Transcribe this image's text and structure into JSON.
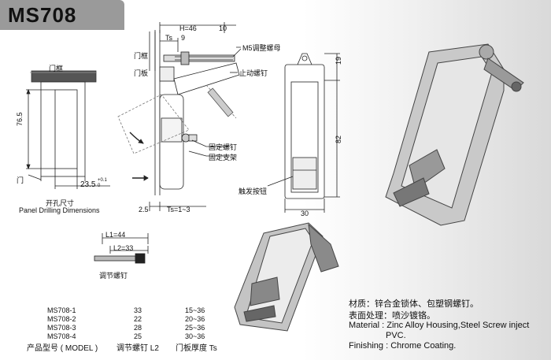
{
  "model_title": "MS708",
  "drilling": {
    "frame_label": "门框",
    "door_label": "门",
    "height_dim": "76.5",
    "width_dim": "23.5",
    "width_tol": "+0.1",
    "width_tol2": "0",
    "caption_cn": "开孔尺寸",
    "caption_en": "Panel Drilling Dimensions"
  },
  "side_view": {
    "h_dim": "H=46",
    "dim_10": "10",
    "ts_label": "Ts",
    "dim_9": "9",
    "frame_label": "门框",
    "panel_label": "门板",
    "nut_label": "M5调整螺母",
    "stop_screw_label": "止动螺钉",
    "fix_screw_label": "固定螺钉",
    "bracket_label": "固定支架",
    "dim_2_5": "2.5",
    "ts_range": "Ts=1~3"
  },
  "front_view": {
    "dim_19": "19",
    "dim_82": "82",
    "dim_30": "30",
    "trigger_label": "触发按钮"
  },
  "screw": {
    "l1": "L1=44",
    "l2": "L2=33",
    "caption": "调节螺钉"
  },
  "models": {
    "rows": [
      {
        "model": "MS708-1",
        "l2": "33",
        "ts": "15~36"
      },
      {
        "model": "MS708-2",
        "l2": "22",
        "ts": "20~36"
      },
      {
        "model": "MS708-3",
        "l2": "28",
        "ts": "25~36"
      },
      {
        "model": "MS708-4",
        "l2": "25",
        "ts": "30~36"
      }
    ],
    "header_model": "产品型号 ( MODEL )",
    "header_l2": "调节螺钉 L2",
    "header_ts": "门板厚度 Ts"
  },
  "specs": {
    "material_cn": "材质：锌合金锁体、包塑钢螺钉。",
    "finish_cn": "表面处理：喷沙镀铬。",
    "material_en_1": "Material : Zinc Alloy Housing,Steel Screw inject",
    "material_en_2": "PVC.",
    "finish_en": "Finishing : Chrome Coating."
  }
}
